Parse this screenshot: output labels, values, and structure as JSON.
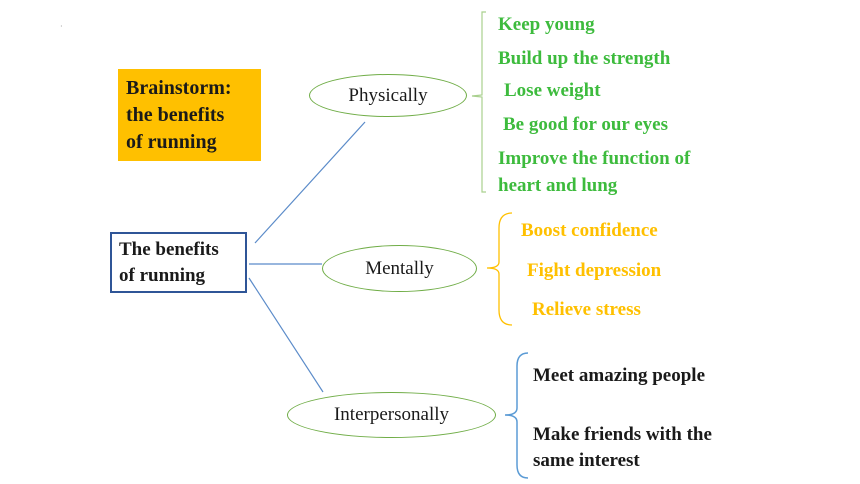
{
  "title": [
    "Brainstorm:",
    "the benefits",
    "of running"
  ],
  "center": [
    "The benefits",
    "of running"
  ],
  "branches": [
    {
      "label": "Physically",
      "color": "#3dbb3d",
      "items": [
        "Keep young",
        "Build up the strength",
        "Lose weight",
        "Be good for our eyes",
        "Improve the function of",
        "heart and lung"
      ]
    },
    {
      "label": "Mentally",
      "color": "#ffc000",
      "items": [
        "Boost confidence",
        "Fight depression",
        "Relieve stress"
      ]
    },
    {
      "label": "Interpersonally",
      "color": "#1a1a1a",
      "items": [
        "Meet amazing people",
        "Make friends with the",
        "same interest"
      ]
    }
  ],
  "colors": {
    "connector": "#5b8bc9",
    "oval_border": "#70ad47",
    "center_border": "#2f5597",
    "title_fill": "#ffc000",
    "brace_blue": "#5b9bd5"
  }
}
